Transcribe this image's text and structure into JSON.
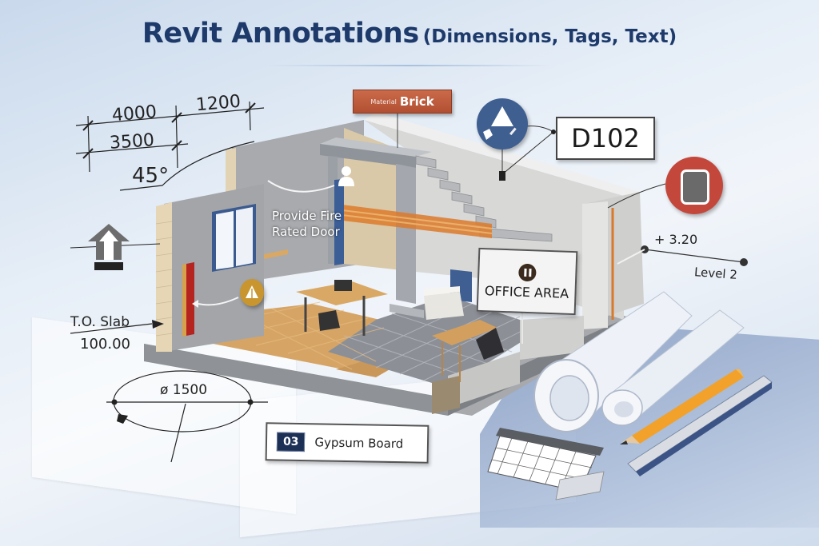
{
  "title": {
    "main": "Revit Annotations",
    "sub": "(Dimensions, Tags, Text)"
  },
  "dimensions": {
    "top_left": "4000",
    "top_right": "1200",
    "second": "3500",
    "angle": "45°",
    "diameter": "ø 1500"
  },
  "tags": {
    "material_brick": {
      "prefix": "Material",
      "label": "Brick"
    },
    "door_tag": "D102",
    "material_keynote": {
      "number": "03",
      "label": "Gypsum Board"
    },
    "room_tag": "OFFICE AREA"
  },
  "text_notes": {
    "fire_door_line1": "Provide Fire",
    "fire_door_line2": "Rated Door"
  },
  "spot_elevation": {
    "label": "T.O. Slab",
    "value": "100.00"
  },
  "level": {
    "elevation": "+ 3.20",
    "name": "Level 2"
  },
  "symbols": {
    "north_arrow": "north-arrow-icon",
    "section_head": "section-symbol-icon",
    "window_tag": "window-tag-icon",
    "person": "person-icon",
    "warning": "warning-tag-icon",
    "pause": "room-tag-icon"
  },
  "colors": {
    "title": "#1d3a6b",
    "brick_tag": "#b8553a",
    "section_symbol": "#3f5f91",
    "window_tag": "#c4473c",
    "keynote_badge": "#1c2f55",
    "warning_tag": "#c8952f",
    "pencil": "#f2a12a"
  }
}
